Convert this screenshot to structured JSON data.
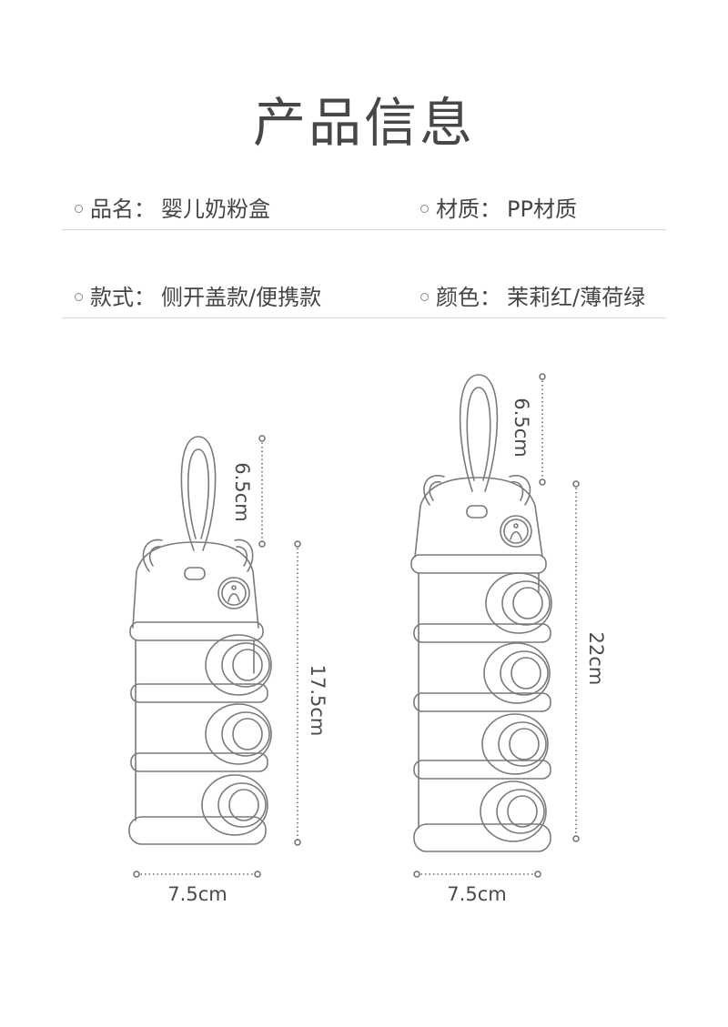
{
  "page": {
    "title": "产品信息"
  },
  "specs": [
    {
      "label": "品名：",
      "value": "婴儿奶粉盒"
    },
    {
      "label": "材质：",
      "value": "PP材质"
    },
    {
      "label": "款式：",
      "value": "侧开盖款/便携款"
    },
    {
      "label": "颜色：",
      "value": "茉莉红/薄荷绿"
    }
  ],
  "products": {
    "small": {
      "handle_height": "6.5cm",
      "body_height": "17.5cm",
      "width": "7.5cm",
      "tiers": 3
    },
    "large": {
      "handle_height": "6.5cm",
      "body_height": "22cm",
      "width": "7.5cm",
      "tiers": 4
    }
  },
  "colors": {
    "line": "#7a7a7a",
    "text": "#4a4a4a"
  }
}
